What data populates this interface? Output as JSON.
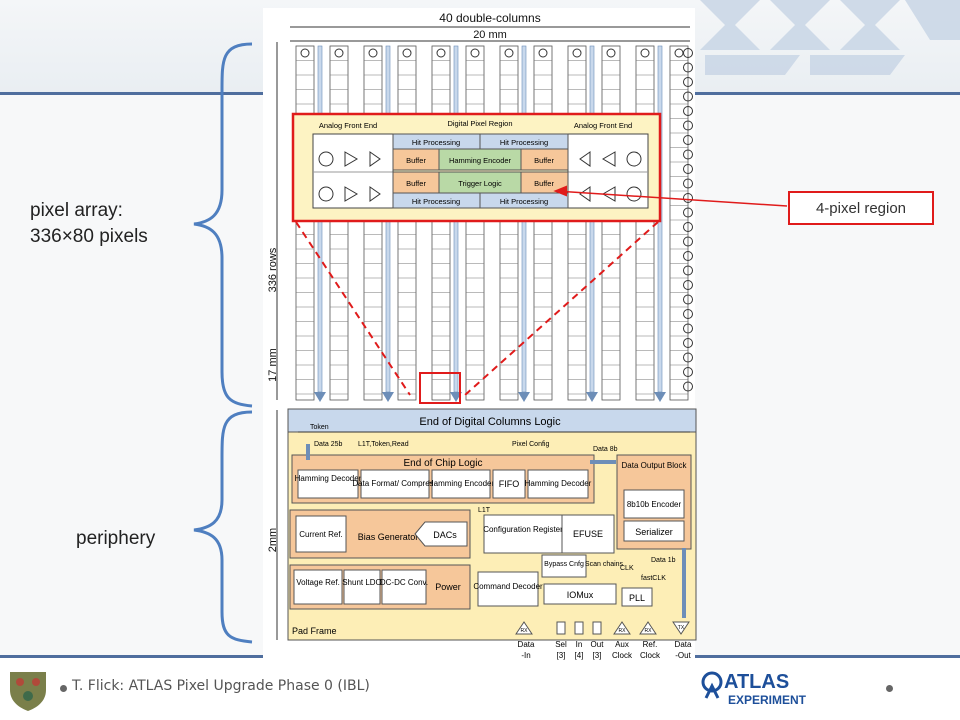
{
  "labels": {
    "pixel_array_line1": "pixel array:",
    "pixel_array_line2": "336×80 pixels",
    "periphery": "periphery",
    "region_callout": "4-pixel region"
  },
  "footer": {
    "text": "T. Flick: ATLAS Pixel Upgrade Phase 0 (IBL)",
    "logo_atlas": "ATLAS",
    "logo_experiment": "EXPERIMENT"
  },
  "diagram": {
    "top_title": "40 double-columns",
    "width_dim": "20 mm",
    "rows_dim": "336 rows",
    "height_dim_array": "17 mm",
    "height_dim_periphery": "2mm",
    "inset": {
      "analog_left": "Analog Front End",
      "digital_region": "Digital Pixel Region",
      "analog_right": "Analog Front End",
      "hit_processing": "Hit Processing",
      "buffer": "Buffer",
      "hamming_encoder": "Hamming Encoder",
      "trigger_logic": "Trigger Logic"
    },
    "end_columns": "End of Digital Columns Logic",
    "token": "Token",
    "data25b": "Data 25b",
    "l1t_token_read": "L1T,Token,Read",
    "pixel_config": "Pixel Config",
    "data8b": "Data 8b",
    "end_chip_logic": "End of Chip Logic",
    "hamming_decoder": "Hamming Decoder",
    "data_format": "Data Format/ Compress",
    "hamming_encoder_block": "Hamming Encoder",
    "fifo": "FIFO",
    "data_output_block": "Data Output Block",
    "enc_8b10b": "8b10b Encoder",
    "serializer": "Serializer",
    "current_ref": "Current Ref.",
    "bias_generator": "Bias Generator",
    "dacs": "DACs",
    "l1t": "L1T",
    "config_register": "Configuration Register",
    "efuse": "EFUSE",
    "voltage_ref": "Voltage Ref.",
    "shunt_ldo": "Shunt LDO",
    "dcdc": "DC-DC Conv.",
    "power": "Power",
    "bypass_cnfg": "Bypass Cnfg",
    "scan_chains": "Scan chains",
    "command_decoder": "Command Decoder",
    "iomux": "IOMux",
    "clk": "CLK",
    "fastclk": "fastCLK",
    "data1b": "Data 1b",
    "pll": "PLL",
    "pad_frame": "Pad Frame",
    "rx": "RX",
    "tx": "TX",
    "pads": [
      "Data -In",
      "Sel [3]",
      "In [4]",
      "Out [3]",
      "Aux Clock",
      "Ref. Clock",
      "Data -Out"
    ]
  }
}
